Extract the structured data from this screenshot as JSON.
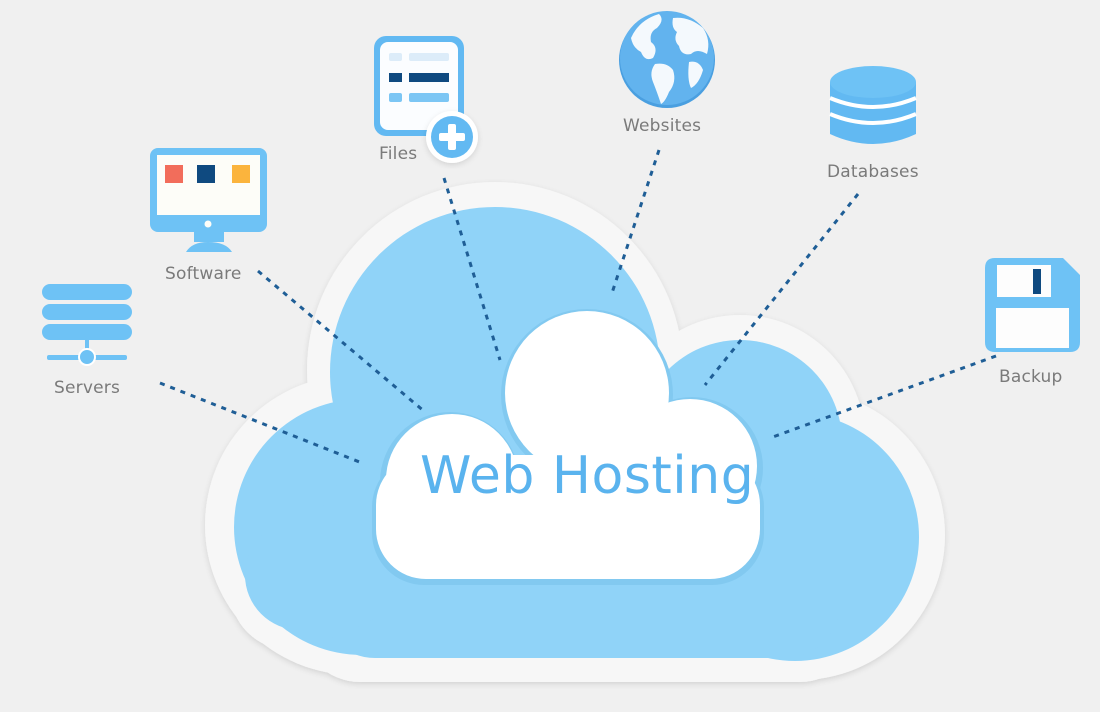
{
  "diagram": {
    "center": {
      "title": "Web Hosting"
    },
    "nodes": [
      {
        "id": "servers",
        "label": "Servers",
        "icon": "server-stack-icon"
      },
      {
        "id": "software",
        "label": "Software",
        "icon": "monitor-icon"
      },
      {
        "id": "files",
        "label": "Files",
        "icon": "file-add-icon"
      },
      {
        "id": "websites",
        "label": "Websites",
        "icon": "globe-icon"
      },
      {
        "id": "databases",
        "label": "Databases",
        "icon": "database-icon"
      },
      {
        "id": "backup",
        "label": "Backup",
        "icon": "floppy-disk-icon"
      }
    ],
    "edges": [
      {
        "from": "servers",
        "to": "web-hosting"
      },
      {
        "from": "software",
        "to": "web-hosting"
      },
      {
        "from": "files",
        "to": "web-hosting"
      },
      {
        "from": "websites",
        "to": "web-hosting"
      },
      {
        "from": "databases",
        "to": "web-hosting"
      },
      {
        "from": "backup",
        "to": "web-hosting"
      }
    ],
    "colors": {
      "background": "#f0f0f0",
      "cloud_outer": "#f7f7f7",
      "cloud_fill": "#90d3f8",
      "cloud_inner": "#ffffff",
      "accent": "#5ab3ee",
      "dark_accent": "#0f4a80",
      "connector": "#1f5e96",
      "label_text": "#7a7a7a",
      "red_square": "#f26d5b",
      "orange_square": "#fbb43d"
    }
  }
}
